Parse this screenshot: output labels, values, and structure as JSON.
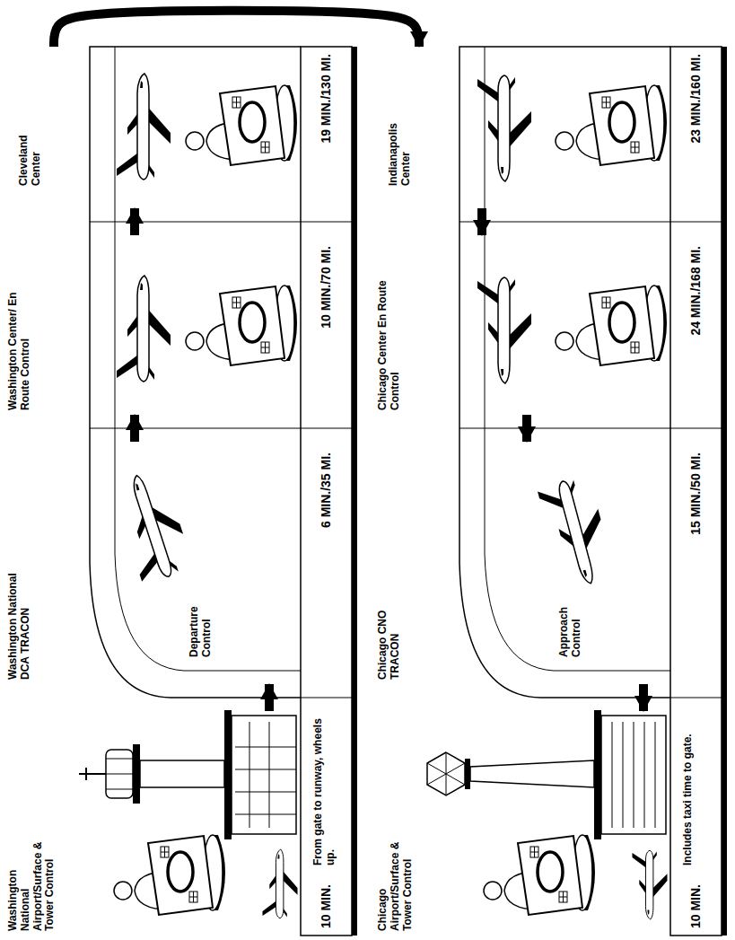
{
  "diagram": {
    "nodes": [
      {
        "text": [
          "Washington National Airport/Surface & Tower Control",
          "10 MIN.",
          "From gate to runway, wheels up."
        ]
      },
      {
        "text": [
          "Washington National DCA TRACON",
          "Departure Control",
          "6 MIN./35 MI."
        ]
      },
      {
        "text": [
          "Washington Center/ En Route Control",
          "10 MIN./70 MI."
        ]
      },
      {
        "text": [
          "Cleveland Center",
          "19 MIN./130 MI."
        ]
      },
      {
        "text": [
          "Indianapolis Center",
          "23 MIN./160 MI."
        ]
      },
      {
        "text": [
          "Chicago Center En Route Control",
          "24 MIN./168 MI."
        ]
      },
      {
        "text": [
          "Chicago CNO TRACON",
          "Approach Control",
          "15 MIN./50 MI."
        ]
      },
      {
        "text": [
          "Chicago Airport/Surface & Tower Control",
          "10 MIN.",
          "Includes taxi time to gate."
        ]
      }
    ],
    "edges": [
      {
        "from": 0,
        "to": 1,
        "arrow": "to"
      },
      {
        "from": 1,
        "to": 2,
        "arrow": "to"
      },
      {
        "from": 2,
        "to": 3,
        "arrow": "to"
      },
      {
        "from": 3,
        "to": 4,
        "arrow": "to"
      },
      {
        "from": 4,
        "to": 5,
        "arrow": "to"
      },
      {
        "from": 5,
        "to": 6,
        "arrow": "to"
      },
      {
        "from": 6,
        "to": 7,
        "arrow": "to"
      }
    ]
  }
}
